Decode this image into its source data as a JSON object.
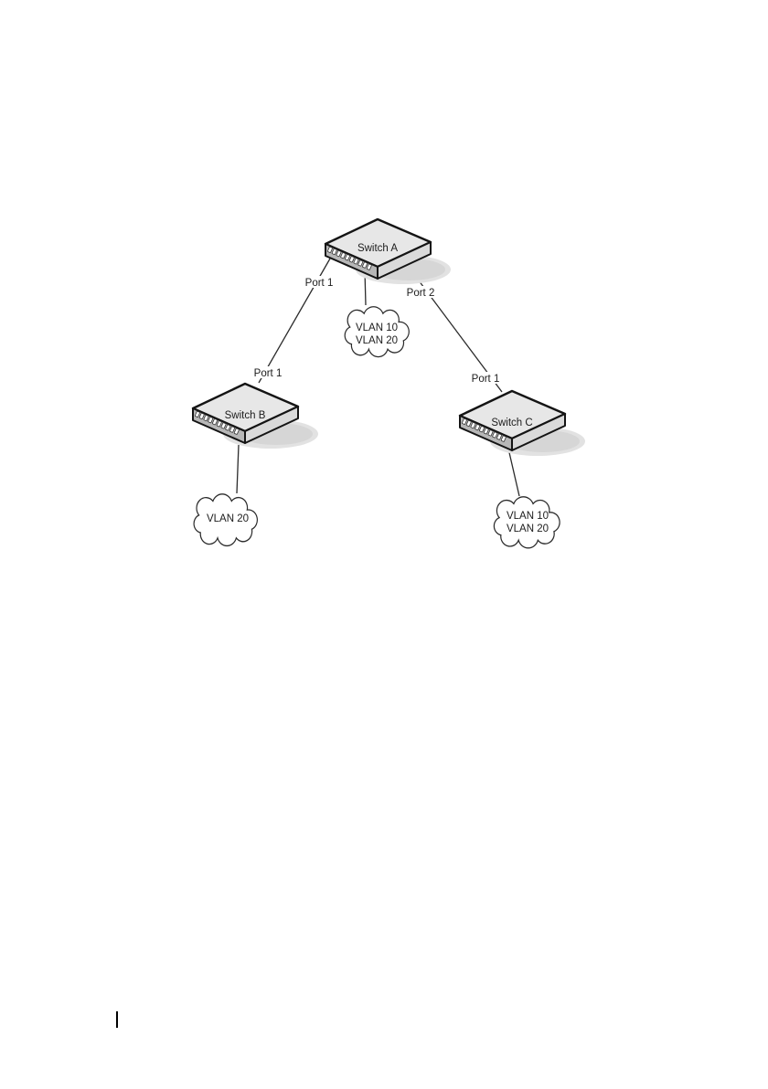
{
  "diagram": {
    "type": "network-topology",
    "switches": [
      {
        "id": "switch-a",
        "label": "Switch A"
      },
      {
        "id": "switch-b",
        "label": "Switch B"
      },
      {
        "id": "switch-c",
        "label": "Switch C"
      }
    ],
    "port_labels": [
      {
        "id": "switch-a-port-1",
        "text": "Port 1"
      },
      {
        "id": "switch-a-port-2",
        "text": "Port 2"
      },
      {
        "id": "switch-b-port-1",
        "text": "Port 1"
      },
      {
        "id": "switch-c-port-1",
        "text": "Port 1"
      }
    ],
    "clouds": [
      {
        "id": "cloud-center",
        "line1": "VLAN 10",
        "line2": "VLAN 20"
      },
      {
        "id": "cloud-left",
        "line1": "VLAN 20"
      },
      {
        "id": "cloud-right",
        "line1": "VLAN 10",
        "line2": "VLAN 20"
      }
    ],
    "connections": [
      {
        "from": "Switch A (Port 1)",
        "to": "Switch B (Port 1)"
      },
      {
        "from": "Switch A (Port 2)",
        "to": "Switch C (Port 1)"
      },
      {
        "from": "Switch A",
        "to": "VLAN 10 / VLAN 20 cloud (center)"
      },
      {
        "from": "Switch B",
        "to": "VLAN 20 cloud (left)"
      },
      {
        "from": "Switch C",
        "to": "VLAN 10 / VLAN 20 cloud (right)"
      }
    ],
    "colors": {
      "outline": "#141414",
      "switch_top": "#e7e7e7",
      "switch_front_left": "#b7b7b7",
      "switch_front_right": "#dadada",
      "shadow": "#d9d9d9",
      "connection_line": "#2b2b2b",
      "text": "#1c1c1c",
      "port_square": "#ffffff",
      "page_background": "#ffffff"
    }
  }
}
